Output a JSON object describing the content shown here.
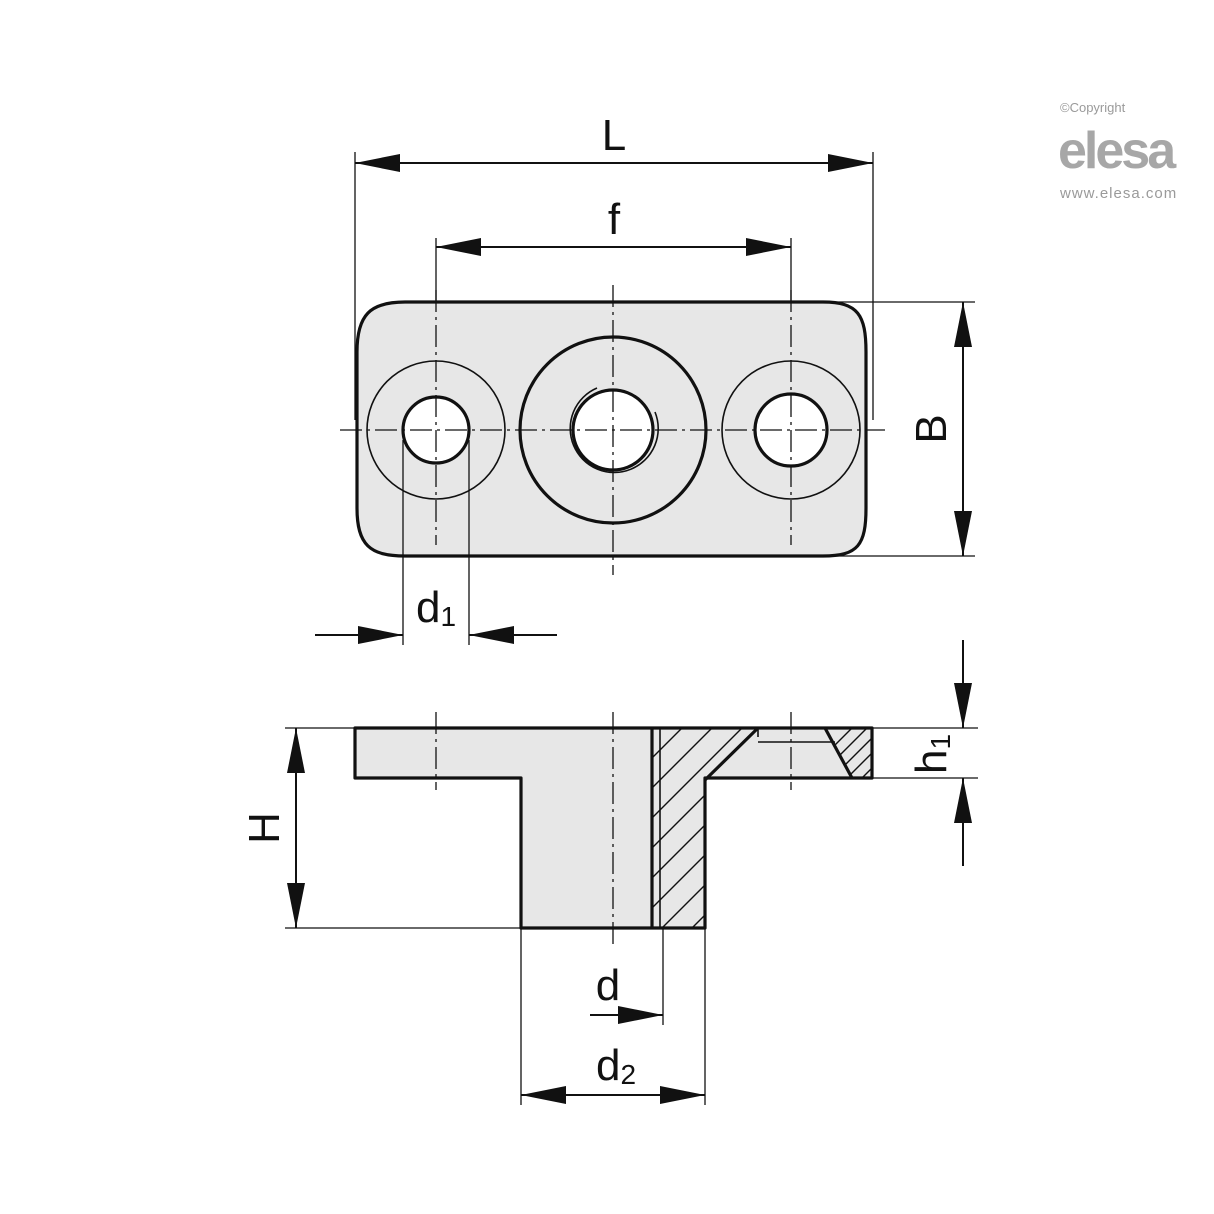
{
  "logo": {
    "copyright": "©Copyright",
    "brand": "elesa",
    "url": "www.elesa.com"
  },
  "dimensions": {
    "L": "L",
    "f": "f",
    "B": "B",
    "d1": {
      "main": "d",
      "sub": "1"
    },
    "H": "H",
    "h1": {
      "main": "h",
      "sub": "1"
    },
    "d": "d",
    "d2": {
      "main": "d",
      "sub": "2"
    }
  }
}
